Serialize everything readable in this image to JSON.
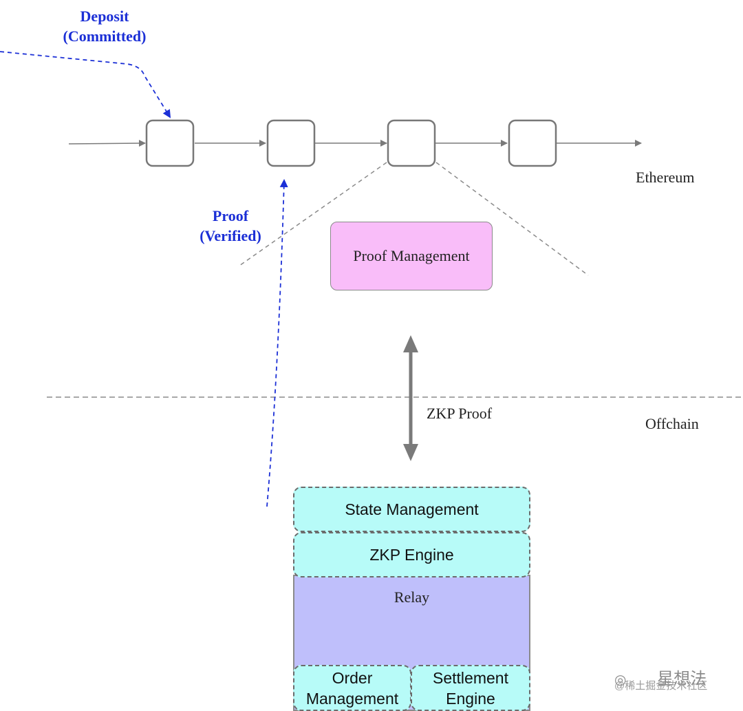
{
  "labels": {
    "deposit_line1": "Deposit",
    "deposit_line2": "(Committed)",
    "proof_line1": "Proof",
    "proof_line2": "(Verified)",
    "ethereum": "Ethereum",
    "offchain": "Offchain",
    "zkp_proof": "ZKP Proof"
  },
  "proof_management": {
    "label": "Proof Management",
    "color": "#f9bdf9"
  },
  "stack": {
    "state_management": "State Management",
    "zkp_engine": "ZKP Engine",
    "relay": "Relay",
    "order_management_line1": "Order",
    "order_management_line2": "Management",
    "settlement_engine_line1": "Settlement",
    "settlement_engine_line2": "Engine",
    "cyan_color": "#b7fbf8",
    "relay_color": "#bfbffb"
  },
  "watermark": {
    "text": "星想法",
    "subtext": "@稀土掘金技术社区"
  },
  "colors": {
    "annotation_blue": "#1b2fd6",
    "arrow_gray": "#7a7a7a"
  }
}
